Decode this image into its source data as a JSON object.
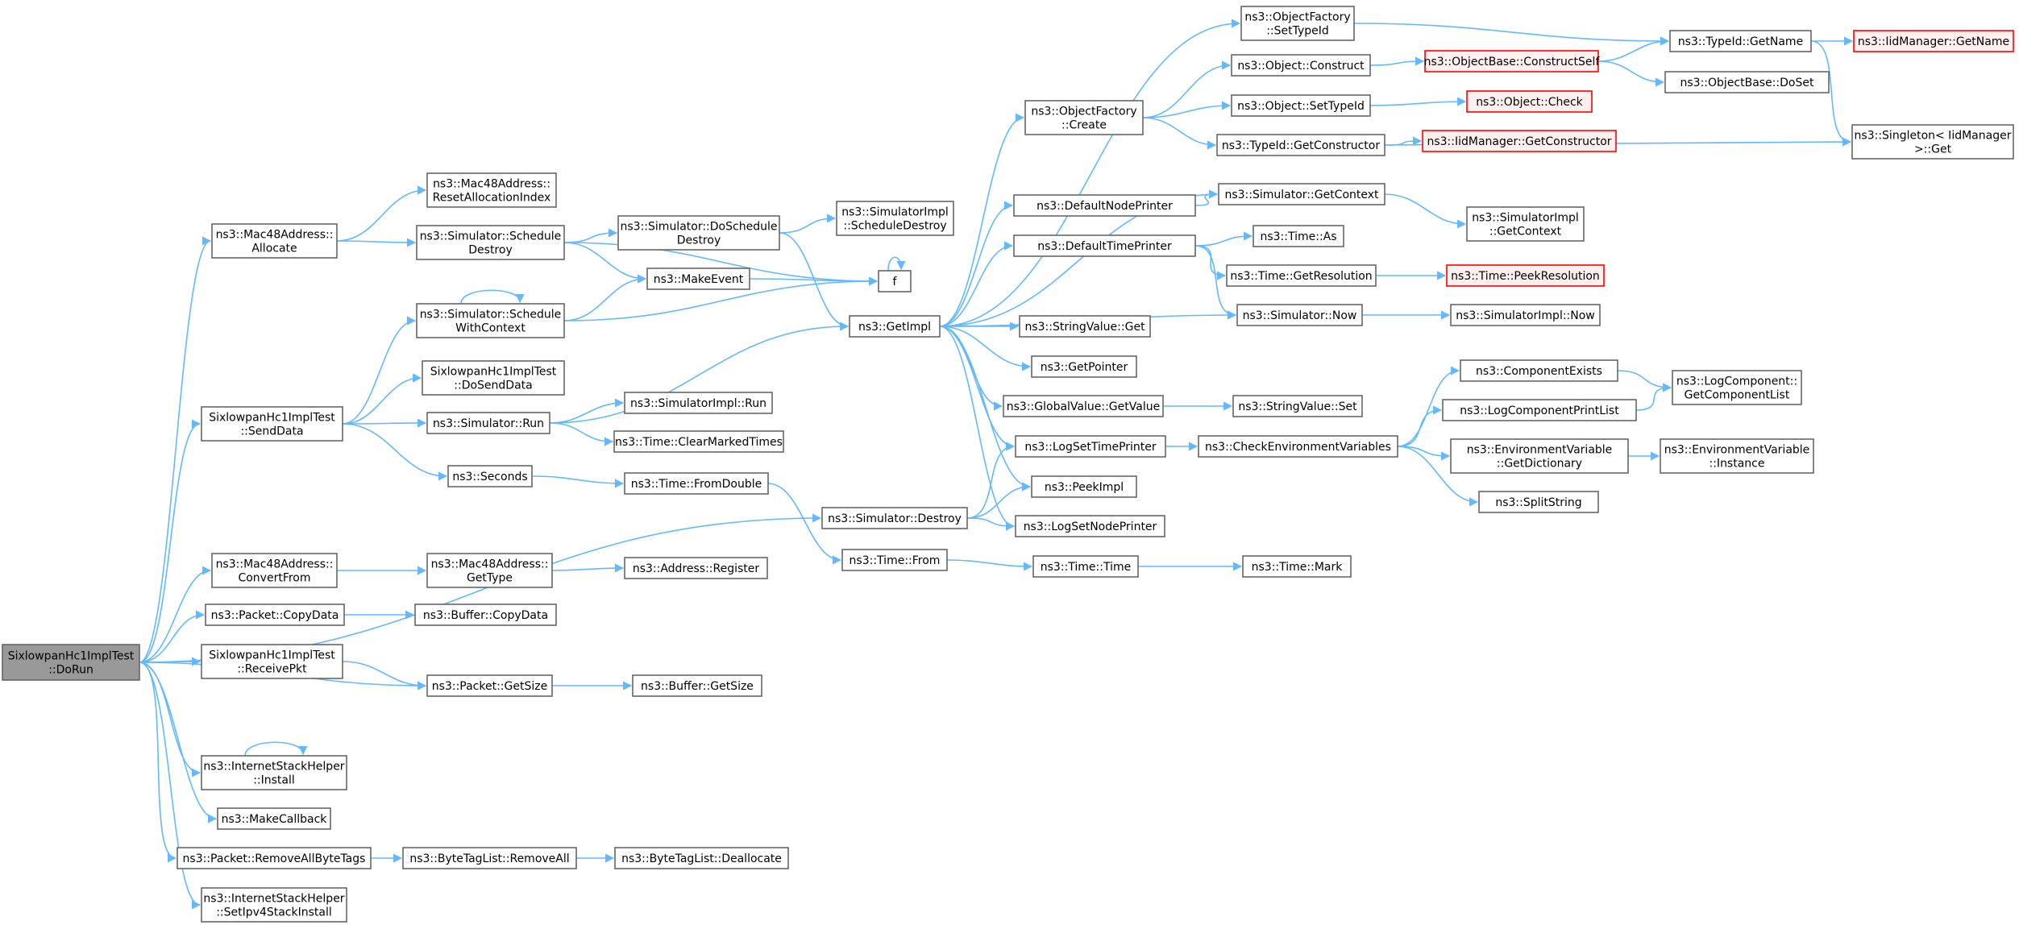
{
  "colors": {
    "edge": "#63b8ff",
    "node_border": "#666666",
    "node_fill": "#ffffff",
    "truncated_border": "#ff0000",
    "truncated_fill": "#fff0f0",
    "root_fill": "#999999",
    "root_border": "#666666",
    "text": "#000000"
  },
  "nodes": [
    {
      "id": "dorun",
      "lines": [
        "SixlowpanHc1ImplTest",
        "::DoRun"
      ],
      "style": "root"
    },
    {
      "id": "mac_allocate",
      "lines": [
        "ns3::Mac48Address::",
        "Allocate"
      ],
      "style": "normal"
    },
    {
      "id": "mac_reset",
      "lines": [
        "ns3::Mac48Address::",
        "ResetAllocationIndex"
      ],
      "style": "normal"
    },
    {
      "id": "sim_schedule_destroy",
      "lines": [
        "ns3::Simulator::Schedule",
        "Destroy"
      ],
      "style": "normal"
    },
    {
      "id": "sim_do_schedule_destroy",
      "lines": [
        "ns3::Simulator::DoSchedule",
        "Destroy"
      ],
      "style": "normal"
    },
    {
      "id": "simimpl_schedule_destroy",
      "lines": [
        "ns3::SimulatorImpl",
        "::ScheduleDestroy"
      ],
      "style": "normal"
    },
    {
      "id": "f",
      "lines": [
        "f"
      ],
      "style": "normal"
    },
    {
      "id": "make_event",
      "lines": [
        "ns3::MakeEvent"
      ],
      "style": "normal"
    },
    {
      "id": "sim_schedule_with_context",
      "lines": [
        "ns3::Simulator::Schedule",
        "WithContext"
      ],
      "style": "normal"
    },
    {
      "id": "get_impl",
      "lines": [
        "ns3::GetImpl"
      ],
      "style": "normal"
    },
    {
      "id": "sixlo_do_send",
      "lines": [
        "SixlowpanHc1ImplTest",
        "::DoSendData"
      ],
      "style": "normal"
    },
    {
      "id": "sixlo_send",
      "lines": [
        "SixlowpanHc1ImplTest",
        "::SendData"
      ],
      "style": "normal"
    },
    {
      "id": "sim_run",
      "lines": [
        "ns3::Simulator::Run"
      ],
      "style": "normal"
    },
    {
      "id": "simimpl_run",
      "lines": [
        "ns3::SimulatorImpl::Run"
      ],
      "style": "normal"
    },
    {
      "id": "time_clear",
      "lines": [
        "ns3::Time::ClearMarkedTimes"
      ],
      "style": "normal"
    },
    {
      "id": "seconds",
      "lines": [
        "ns3::Seconds"
      ],
      "style": "normal"
    },
    {
      "id": "time_from_double",
      "lines": [
        "ns3::Time::FromDouble"
      ],
      "style": "normal"
    },
    {
      "id": "sim_destroy",
      "lines": [
        "ns3::Simulator::Destroy"
      ],
      "style": "normal"
    },
    {
      "id": "time_from",
      "lines": [
        "ns3::Time::From"
      ],
      "style": "normal"
    },
    {
      "id": "time_time",
      "lines": [
        "ns3::Time::Time"
      ],
      "style": "normal"
    },
    {
      "id": "time_mark",
      "lines": [
        "ns3::Time::Mark"
      ],
      "style": "normal"
    },
    {
      "id": "mac_convert",
      "lines": [
        "ns3::Mac48Address::",
        "ConvertFrom"
      ],
      "style": "normal"
    },
    {
      "id": "mac_gettype",
      "lines": [
        "ns3::Mac48Address::",
        "GetType"
      ],
      "style": "normal"
    },
    {
      "id": "addr_register",
      "lines": [
        "ns3::Address::Register"
      ],
      "style": "normal"
    },
    {
      "id": "pkt_copydata",
      "lines": [
        "ns3::Packet::CopyData"
      ],
      "style": "normal"
    },
    {
      "id": "buf_copydata",
      "lines": [
        "ns3::Buffer::CopyData"
      ],
      "style": "normal"
    },
    {
      "id": "sixlo_receive",
      "lines": [
        "SixlowpanHc1ImplTest",
        "::ReceivePkt"
      ],
      "style": "normal"
    },
    {
      "id": "pkt_getsize",
      "lines": [
        "ns3::Packet::GetSize"
      ],
      "style": "normal"
    },
    {
      "id": "buf_getsize",
      "lines": [
        "ns3::Buffer::GetSize"
      ],
      "style": "normal"
    },
    {
      "id": "ish_install",
      "lines": [
        "ns3::InternetStackHelper",
        "::Install"
      ],
      "style": "normal"
    },
    {
      "id": "make_callback",
      "lines": [
        "ns3::MakeCallback"
      ],
      "style": "normal"
    },
    {
      "id": "pkt_remove_tags",
      "lines": [
        "ns3::Packet::RemoveAllByteTags"
      ],
      "style": "normal"
    },
    {
      "id": "btl_removeall",
      "lines": [
        "ns3::ByteTagList::RemoveAll"
      ],
      "style": "normal"
    },
    {
      "id": "btl_dealloc",
      "lines": [
        "ns3::ByteTagList::Deallocate"
      ],
      "style": "normal"
    },
    {
      "id": "ish_setipv4",
      "lines": [
        "ns3::InternetStackHelper",
        "::SetIpv4StackInstall"
      ],
      "style": "normal"
    },
    {
      "id": "of_settypeid",
      "lines": [
        "ns3::ObjectFactory",
        "::SetTypeId"
      ],
      "style": "normal"
    },
    {
      "id": "of_create",
      "lines": [
        "ns3::ObjectFactory",
        "::Create"
      ],
      "style": "normal"
    },
    {
      "id": "obj_construct",
      "lines": [
        "ns3::Object::Construct"
      ],
      "style": "normal"
    },
    {
      "id": "obj_settypeid",
      "lines": [
        "ns3::Object::SetTypeId"
      ],
      "style": "normal"
    },
    {
      "id": "typeid_getconstructor",
      "lines": [
        "ns3::TypeId::GetConstructor"
      ],
      "style": "normal"
    },
    {
      "id": "objbase_constructself",
      "lines": [
        "ns3::ObjectBase::ConstructSelf"
      ],
      "style": "truncated"
    },
    {
      "id": "obj_check",
      "lines": [
        "ns3::Object::Check"
      ],
      "style": "truncated"
    },
    {
      "id": "iid_getconstructor",
      "lines": [
        "ns3::IidManager::GetConstructor"
      ],
      "style": "truncated"
    },
    {
      "id": "objbase_doset",
      "lines": [
        "ns3::ObjectBase::DoSet"
      ],
      "style": "normal"
    },
    {
      "id": "typeid_getname",
      "lines": [
        "ns3::TypeId::GetName"
      ],
      "style": "normal"
    },
    {
      "id": "iid_getname",
      "lines": [
        "ns3::IidManager::GetName"
      ],
      "style": "truncated"
    },
    {
      "id": "singleton_get",
      "lines": [
        "ns3::Singleton< IidManager",
        " >::Get"
      ],
      "style": "normal"
    },
    {
      "id": "default_node_printer",
      "lines": [
        "ns3::DefaultNodePrinter"
      ],
      "style": "normal"
    },
    {
      "id": "sim_getcontext",
      "lines": [
        "ns3::Simulator::GetContext"
      ],
      "style": "normal"
    },
    {
      "id": "simimpl_getcontext",
      "lines": [
        "ns3::SimulatorImpl",
        "::GetContext"
      ],
      "style": "normal"
    },
    {
      "id": "default_time_printer",
      "lines": [
        "ns3::DefaultTimePrinter"
      ],
      "style": "normal"
    },
    {
      "id": "time_as",
      "lines": [
        "ns3::Time::As"
      ],
      "style": "normal"
    },
    {
      "id": "time_getresolution",
      "lines": [
        "ns3::Time::GetResolution"
      ],
      "style": "normal"
    },
    {
      "id": "time_peekresolution",
      "lines": [
        "ns3::Time::PeekResolution"
      ],
      "style": "truncated"
    },
    {
      "id": "sim_now",
      "lines": [
        "ns3::Simulator::Now"
      ],
      "style": "normal"
    },
    {
      "id": "simimpl_now",
      "lines": [
        "ns3::SimulatorImpl::Now"
      ],
      "style": "normal"
    },
    {
      "id": "stringvalue_get",
      "lines": [
        "ns3::StringValue::Get"
      ],
      "style": "normal"
    },
    {
      "id": "get_pointer",
      "lines": [
        "ns3::GetPointer"
      ],
      "style": "normal"
    },
    {
      "id": "gv_getvalue",
      "lines": [
        "ns3::GlobalValue::GetValue"
      ],
      "style": "normal"
    },
    {
      "id": "stringvalue_set",
      "lines": [
        "ns3::StringValue::Set"
      ],
      "style": "normal"
    },
    {
      "id": "log_settimeprinter",
      "lines": [
        "ns3::LogSetTimePrinter"
      ],
      "style": "normal"
    },
    {
      "id": "check_env",
      "lines": [
        "ns3::CheckEnvironmentVariables"
      ],
      "style": "normal"
    },
    {
      "id": "peek_impl",
      "lines": [
        "ns3::PeekImpl"
      ],
      "style": "normal"
    },
    {
      "id": "log_setnodeprinter",
      "lines": [
        "ns3::LogSetNodePrinter"
      ],
      "style": "normal"
    },
    {
      "id": "component_exists",
      "lines": [
        "ns3::ComponentExists"
      ],
      "style": "normal"
    },
    {
      "id": "log_component_printlist",
      "lines": [
        "ns3::LogComponentPrintList"
      ],
      "style": "normal"
    },
    {
      "id": "logcomp_getlist",
      "lines": [
        "ns3::LogComponent::",
        "GetComponentList"
      ],
      "style": "normal"
    },
    {
      "id": "env_getdictionary",
      "lines": [
        "ns3::EnvironmentVariable",
        "::GetDictionary"
      ],
      "style": "normal"
    },
    {
      "id": "env_instance",
      "lines": [
        "ns3::EnvironmentVariable",
        "::Instance"
      ],
      "style": "normal"
    },
    {
      "id": "split_string",
      "lines": [
        "ns3::SplitString"
      ],
      "style": "normal"
    }
  ],
  "edges": [
    [
      "dorun",
      "mac_allocate"
    ],
    [
      "dorun",
      "sixlo_send"
    ],
    [
      "dorun",
      "sim_destroy"
    ],
    [
      "dorun",
      "mac_convert"
    ],
    [
      "dorun",
      "pkt_copydata"
    ],
    [
      "dorun",
      "sixlo_receive"
    ],
    [
      "dorun",
      "pkt_getsize"
    ],
    [
      "dorun",
      "ish_install"
    ],
    [
      "dorun",
      "make_callback"
    ],
    [
      "dorun",
      "pkt_remove_tags"
    ],
    [
      "dorun",
      "ish_setipv4"
    ],
    [
      "mac_allocate",
      "mac_reset"
    ],
    [
      "mac_allocate",
      "sim_schedule_destroy"
    ],
    [
      "sim_schedule_destroy",
      "sim_do_schedule_destroy"
    ],
    [
      "sim_schedule_destroy",
      "make_event"
    ],
    [
      "sim_schedule_destroy",
      "f"
    ],
    [
      "sim_do_schedule_destroy",
      "simimpl_schedule_destroy"
    ],
    [
      "sim_do_schedule_destroy",
      "get_impl"
    ],
    [
      "make_event",
      "f"
    ],
    [
      "f",
      "f"
    ],
    [
      "sim_schedule_with_context",
      "sim_schedule_with_context"
    ],
    [
      "sim_schedule_with_context",
      "make_event"
    ],
    [
      "sim_schedule_with_context",
      "f"
    ],
    [
      "sixlo_send",
      "sim_schedule_with_context"
    ],
    [
      "sixlo_send",
      "sixlo_do_send"
    ],
    [
      "sixlo_send",
      "sim_run"
    ],
    [
      "sixlo_send",
      "seconds"
    ],
    [
      "sim_run",
      "get_impl"
    ],
    [
      "sim_run",
      "simimpl_run"
    ],
    [
      "sim_run",
      "time_clear"
    ],
    [
      "seconds",
      "time_from_double"
    ],
    [
      "time_from_double",
      "time_from"
    ],
    [
      "sim_destroy",
      "log_settimeprinter"
    ],
    [
      "sim_destroy",
      "peek_impl"
    ],
    [
      "sim_destroy",
      "log_setnodeprinter"
    ],
    [
      "time_from",
      "time_time"
    ],
    [
      "time_time",
      "time_mark"
    ],
    [
      "mac_convert",
      "mac_gettype"
    ],
    [
      "mac_gettype",
      "addr_register"
    ],
    [
      "pkt_copydata",
      "buf_copydata"
    ],
    [
      "sixlo_receive",
      "pkt_getsize"
    ],
    [
      "pkt_getsize",
      "buf_getsize"
    ],
    [
      "ish_install",
      "ish_install"
    ],
    [
      "pkt_remove_tags",
      "btl_removeall"
    ],
    [
      "btl_removeall",
      "btl_dealloc"
    ],
    [
      "get_impl",
      "of_settypeid"
    ],
    [
      "get_impl",
      "of_create"
    ],
    [
      "get_impl",
      "default_node_printer"
    ],
    [
      "get_impl",
      "default_time_printer"
    ],
    [
      "get_impl",
      "sim_getcontext"
    ],
    [
      "get_impl",
      "sim_now"
    ],
    [
      "get_impl",
      "stringvalue_get"
    ],
    [
      "get_impl",
      "get_pointer"
    ],
    [
      "get_impl",
      "gv_getvalue"
    ],
    [
      "get_impl",
      "log_settimeprinter"
    ],
    [
      "get_impl",
      "peek_impl"
    ],
    [
      "get_impl",
      "log_setnodeprinter"
    ],
    [
      "of_settypeid",
      "typeid_getname"
    ],
    [
      "of_create",
      "obj_construct"
    ],
    [
      "of_create",
      "obj_settypeid"
    ],
    [
      "of_create",
      "typeid_getconstructor"
    ],
    [
      "obj_construct",
      "objbase_constructself"
    ],
    [
      "objbase_constructself",
      "typeid_getname"
    ],
    [
      "objbase_constructself",
      "objbase_doset"
    ],
    [
      "obj_settypeid",
      "obj_check"
    ],
    [
      "typeid_getconstructor",
      "iid_getconstructor"
    ],
    [
      "typeid_getconstructor",
      "singleton_get"
    ],
    [
      "typeid_getname",
      "iid_getname"
    ],
    [
      "typeid_getname",
      "singleton_get"
    ],
    [
      "default_node_printer",
      "sim_getcontext"
    ],
    [
      "sim_getcontext",
      "simimpl_getcontext"
    ],
    [
      "default_time_printer",
      "time_as"
    ],
    [
      "default_time_printer",
      "time_getresolution"
    ],
    [
      "default_time_printer",
      "sim_now"
    ],
    [
      "time_getresolution",
      "time_peekresolution"
    ],
    [
      "sim_now",
      "simimpl_now"
    ],
    [
      "gv_getvalue",
      "stringvalue_set"
    ],
    [
      "log_settimeprinter",
      "check_env"
    ],
    [
      "check_env",
      "component_exists"
    ],
    [
      "check_env",
      "log_component_printlist"
    ],
    [
      "check_env",
      "env_getdictionary"
    ],
    [
      "check_env",
      "split_string"
    ],
    [
      "component_exists",
      "logcomp_getlist"
    ],
    [
      "log_component_printlist",
      "logcomp_getlist"
    ],
    [
      "env_getdictionary",
      "env_instance"
    ]
  ]
}
